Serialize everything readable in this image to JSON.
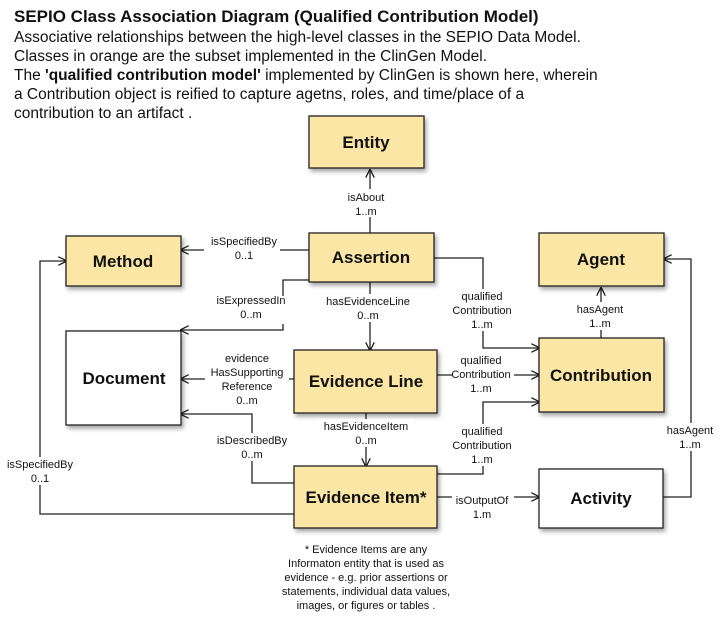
{
  "header": {
    "title": "SEPIO Class Association Diagram (Qualified Contribution Model)",
    "line1": "Associative relationships between the high-level classes in the SEPIO Data Model.",
    "line2": "Classes in orange are the subset implemented in the ClinGen Model.",
    "line3_pre": "The ",
    "line3_bold": "'qualified contribution model'",
    "line3_post": " implemented by ClinGen is shown here, wherein",
    "line4": "a Contribution object is reified to capture agetns, roles, and time/place of a",
    "line5": "contribution to an artifact ."
  },
  "colors": {
    "orange_fill": "#fbe6a6",
    "white_fill": "#ffffff",
    "border": "#222222",
    "line": "#222222"
  },
  "classes": {
    "entity": "Entity",
    "method": "Method",
    "assertion": "Assertion",
    "agent": "Agent",
    "document": "Document",
    "evidence_line": "Evidence Line",
    "contribution": "Contribution",
    "evidence_item": "Evidence Item*",
    "activity": "Activity"
  },
  "edges": {
    "isAbout": {
      "name": "isAbout",
      "card": "1..m"
    },
    "assertion_method": {
      "name": "isSpecifiedBy",
      "card": "0..1"
    },
    "assertion_document": {
      "name": "isExpressedIn",
      "card": "0..m"
    },
    "hasEvidenceLine": {
      "name": "hasEvidenceLine",
      "card": "0..m"
    },
    "assertion_contribution": {
      "name1": "qualified",
      "name2": "Contribution",
      "card": "1..m"
    },
    "contribution_agent": {
      "name": "hasAgent",
      "card": "1..m"
    },
    "evidence_line_document": {
      "name1": "evidence",
      "name2": "HasSupporting",
      "name3": "Reference",
      "card": "0..m"
    },
    "evidence_line_contribution": {
      "name1": "qualified",
      "name2": "Contribution",
      "card": "1..m"
    },
    "hasEvidenceItem": {
      "name": "hasEvidenceItem",
      "card": "0..m"
    },
    "item_document": {
      "name": "isDescribedBy",
      "card": "0..m"
    },
    "item_contribution": {
      "name1": "qualified",
      "name2": "Contribution",
      "card": "1..m"
    },
    "item_method": {
      "name": "isSpecifiedBy",
      "card": "0..1"
    },
    "activity_agent": {
      "name": "hasAgent",
      "card": "1..m"
    },
    "isOutputOf": {
      "name": "isOutputOf",
      "card": "1.m"
    }
  },
  "footnote": [
    "* Evidence Items are any",
    "Informaton entity that is used as",
    "evidence - e.g. prior assertions or",
    "statements, individual data values,",
    "images,  or figures or tables ."
  ]
}
